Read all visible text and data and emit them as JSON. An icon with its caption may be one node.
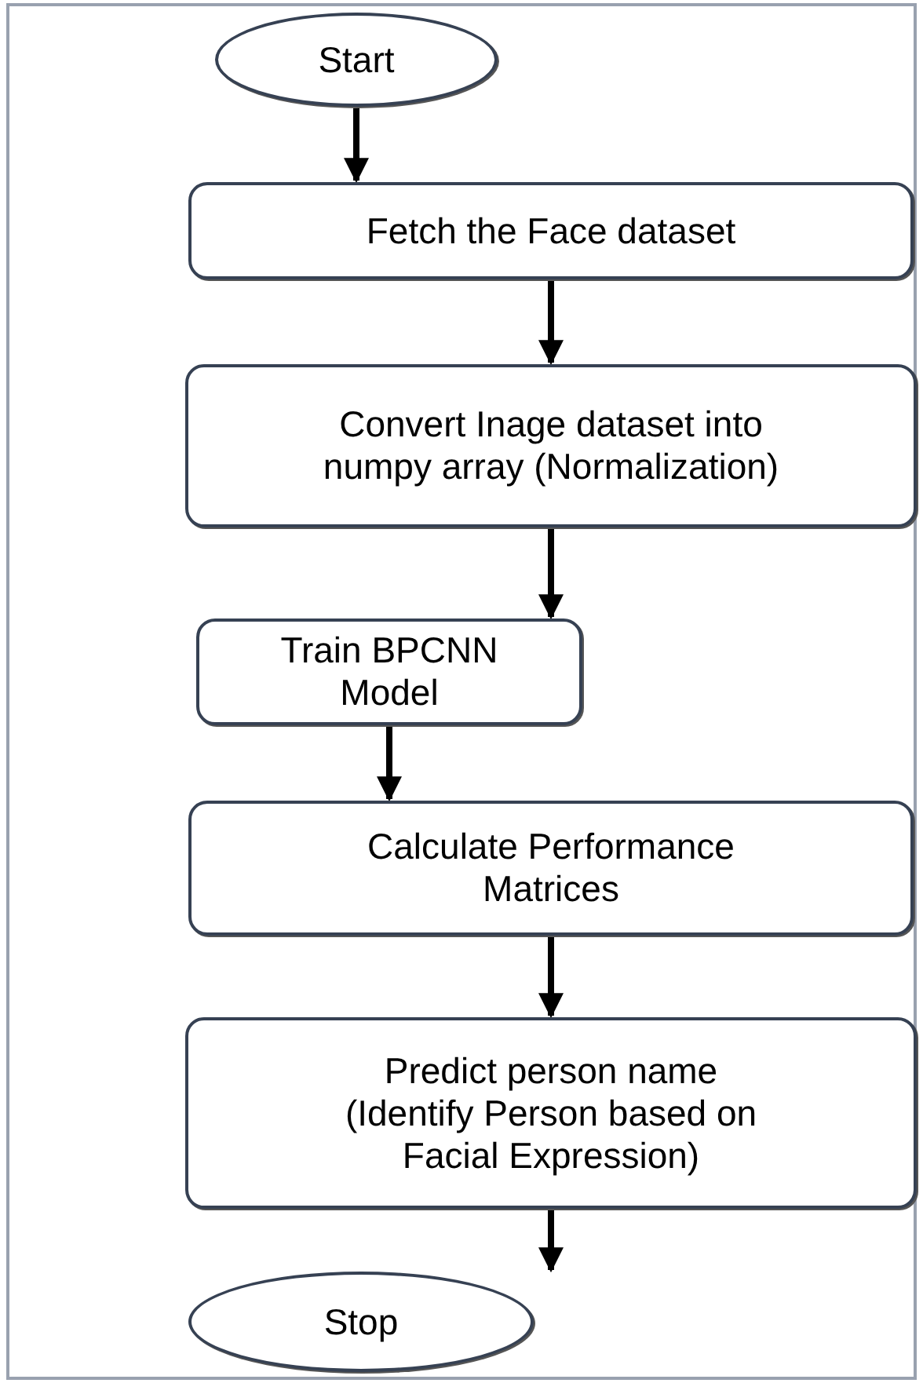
{
  "diagram": {
    "nodes": [
      {
        "text": [
          "Start"
        ]
      },
      {
        "text": [
          "Fetch the Face dataset"
        ]
      },
      {
        "text": [
          "Convert Inage dataset into numpy array (Normalization)"
        ]
      },
      {
        "text": [
          "Train BPCNN Model"
        ]
      },
      {
        "text": [
          "Calculate Performance Matrices"
        ]
      },
      {
        "text": [
          "Predict person name (Identify Person based on Facial Expression)"
        ]
      },
      {
        "text": [
          "Stop"
        ]
      }
    ],
    "edges": [
      {
        "from": 0,
        "to": 1,
        "arrow": "to"
      },
      {
        "from": 1,
        "to": 2,
        "arrow": "to"
      },
      {
        "from": 2,
        "to": 3,
        "arrow": "to"
      },
      {
        "from": 3,
        "to": 4,
        "arrow": "to"
      },
      {
        "from": 4,
        "to": 5,
        "arrow": "to"
      },
      {
        "from": 5,
        "to": 6,
        "arrow": "to"
      }
    ]
  }
}
